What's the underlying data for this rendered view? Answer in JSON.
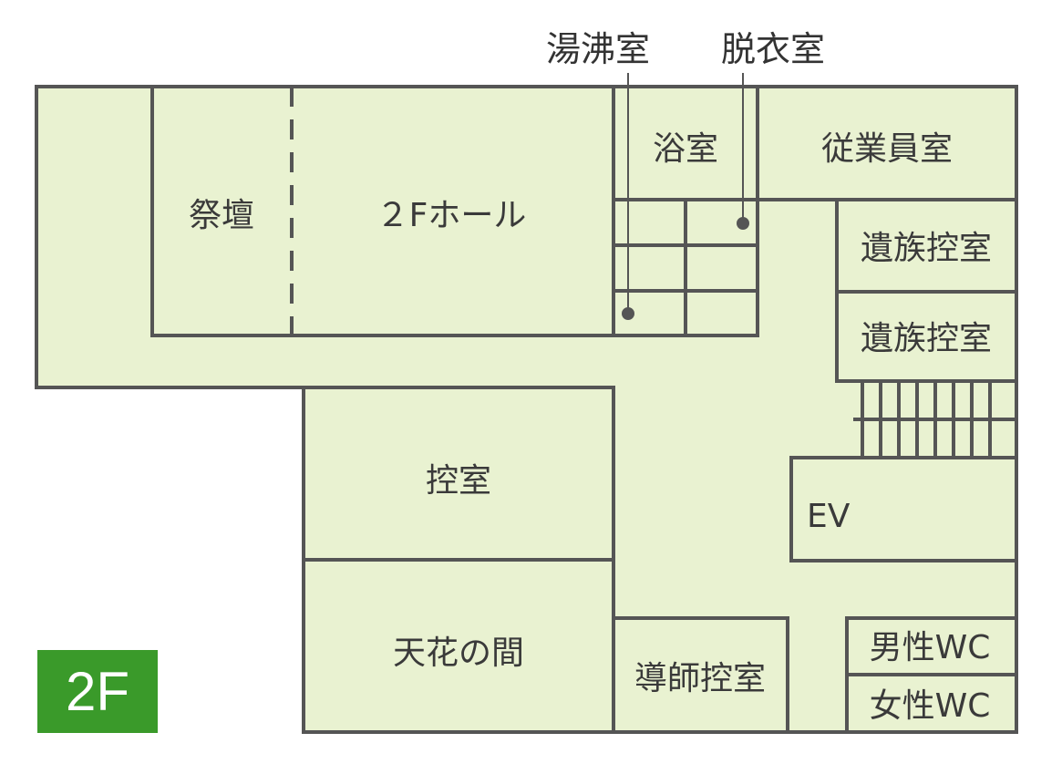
{
  "floor": {
    "badge_label": "2F",
    "badge_color": "#3a9a2a",
    "fill_color": "#e9f2d1",
    "wall_color": "#555555"
  },
  "callouts": {
    "hot_water_room": "湯沸室",
    "dressing_room": "脱衣室"
  },
  "rooms": {
    "altar": "祭壇",
    "hall": "２Fホール",
    "bathroom": "浴室",
    "staff_room": "従業員室",
    "family_room_1": "遺族控室",
    "family_room_2": "遺族控室",
    "waiting_room": "控室",
    "tenka_room": "天花の間",
    "officiant_room": "導師控室",
    "elevator": "EV",
    "mens_wc": "男性WC",
    "womens_wc": "女性WC"
  }
}
